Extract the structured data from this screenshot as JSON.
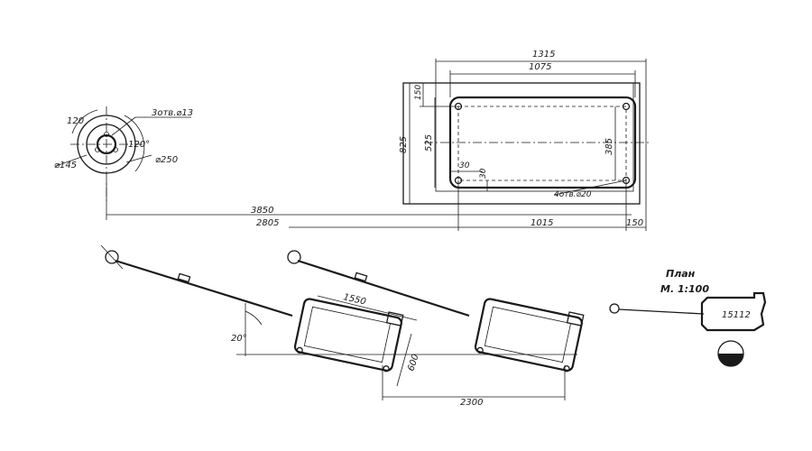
{
  "flange": {
    "callout_holes": "3отв.⌀13",
    "angle_left": "120",
    "angle_right": "120°",
    "dia_inner": "⌀145",
    "dia_outer": "⌀250"
  },
  "base_plate": {
    "dim_1315": "1315",
    "dim_1075": "1075",
    "dim_825": "825",
    "dim_150_top": "150",
    "dim_525": "525",
    "dim_385": "385",
    "dim_30_a": "30",
    "dim_30_b": "30",
    "callout_holes": "4отв.⌀20"
  },
  "overall_dims": {
    "dim_3850": "3850",
    "dim_2805": "2805",
    "dim_1015": "1015",
    "dim_150_right": "150"
  },
  "lower_view": {
    "dim_1550": "1550",
    "dim_600": "600",
    "dim_2300": "2300",
    "angle_20": "20°"
  },
  "plan": {
    "title": "План",
    "scale": "М. 1:100",
    "code": "15112"
  }
}
